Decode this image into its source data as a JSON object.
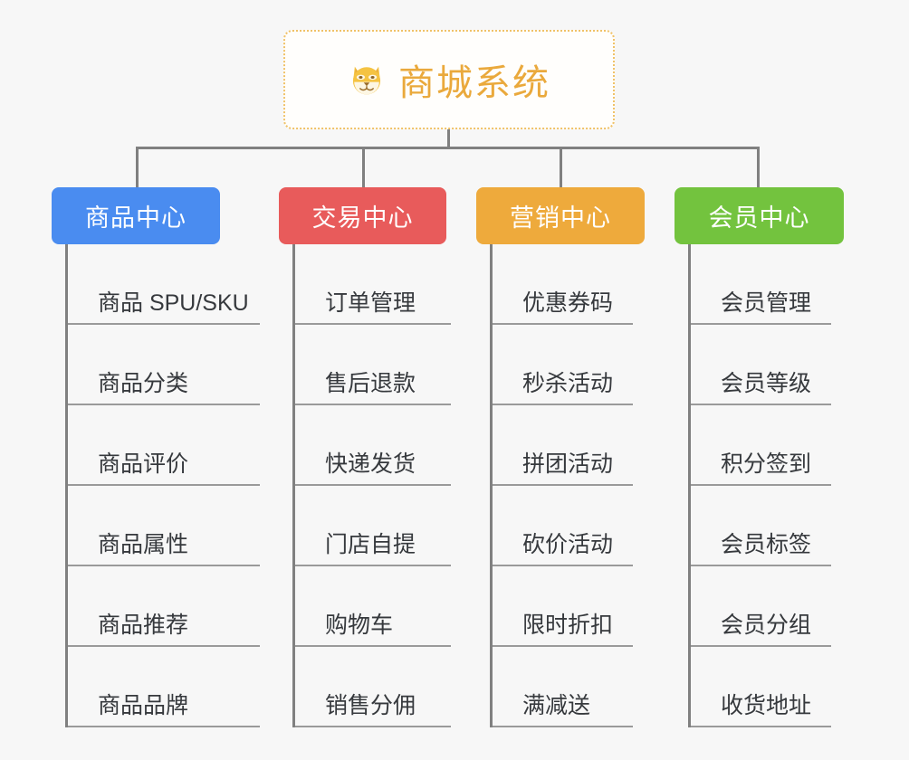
{
  "diagram": {
    "type": "org-tree",
    "background_color": "#f7f7f7",
    "root": {
      "title": "商城系统",
      "icon": "shiba-dog-emoji",
      "text_color": "#eaa93c",
      "border_color": "#f0c268"
    },
    "connector_color": "#808080",
    "branches": [
      {
        "label": "商品中心",
        "color": "#4a8cf0",
        "items": [
          "商品 SPU/SKU",
          "商品分类",
          "商品评价",
          "商品属性",
          "商品推荐",
          "商品品牌"
        ]
      },
      {
        "label": "交易中心",
        "color": "#e85b5b",
        "items": [
          "订单管理",
          "售后退款",
          "快递发货",
          "门店自提",
          "购物车",
          "销售分佣"
        ]
      },
      {
        "label": "营销中心",
        "color": "#eeaa3c",
        "items": [
          "优惠券码",
          "秒杀活动",
          "拼团活动",
          "砍价活动",
          "限时折扣",
          "满减送"
        ]
      },
      {
        "label": "会员中心",
        "color": "#73c33e",
        "items": [
          "会员管理",
          "会员等级",
          "积分签到",
          "会员标签",
          "会员分组",
          "收货地址"
        ]
      }
    ]
  }
}
